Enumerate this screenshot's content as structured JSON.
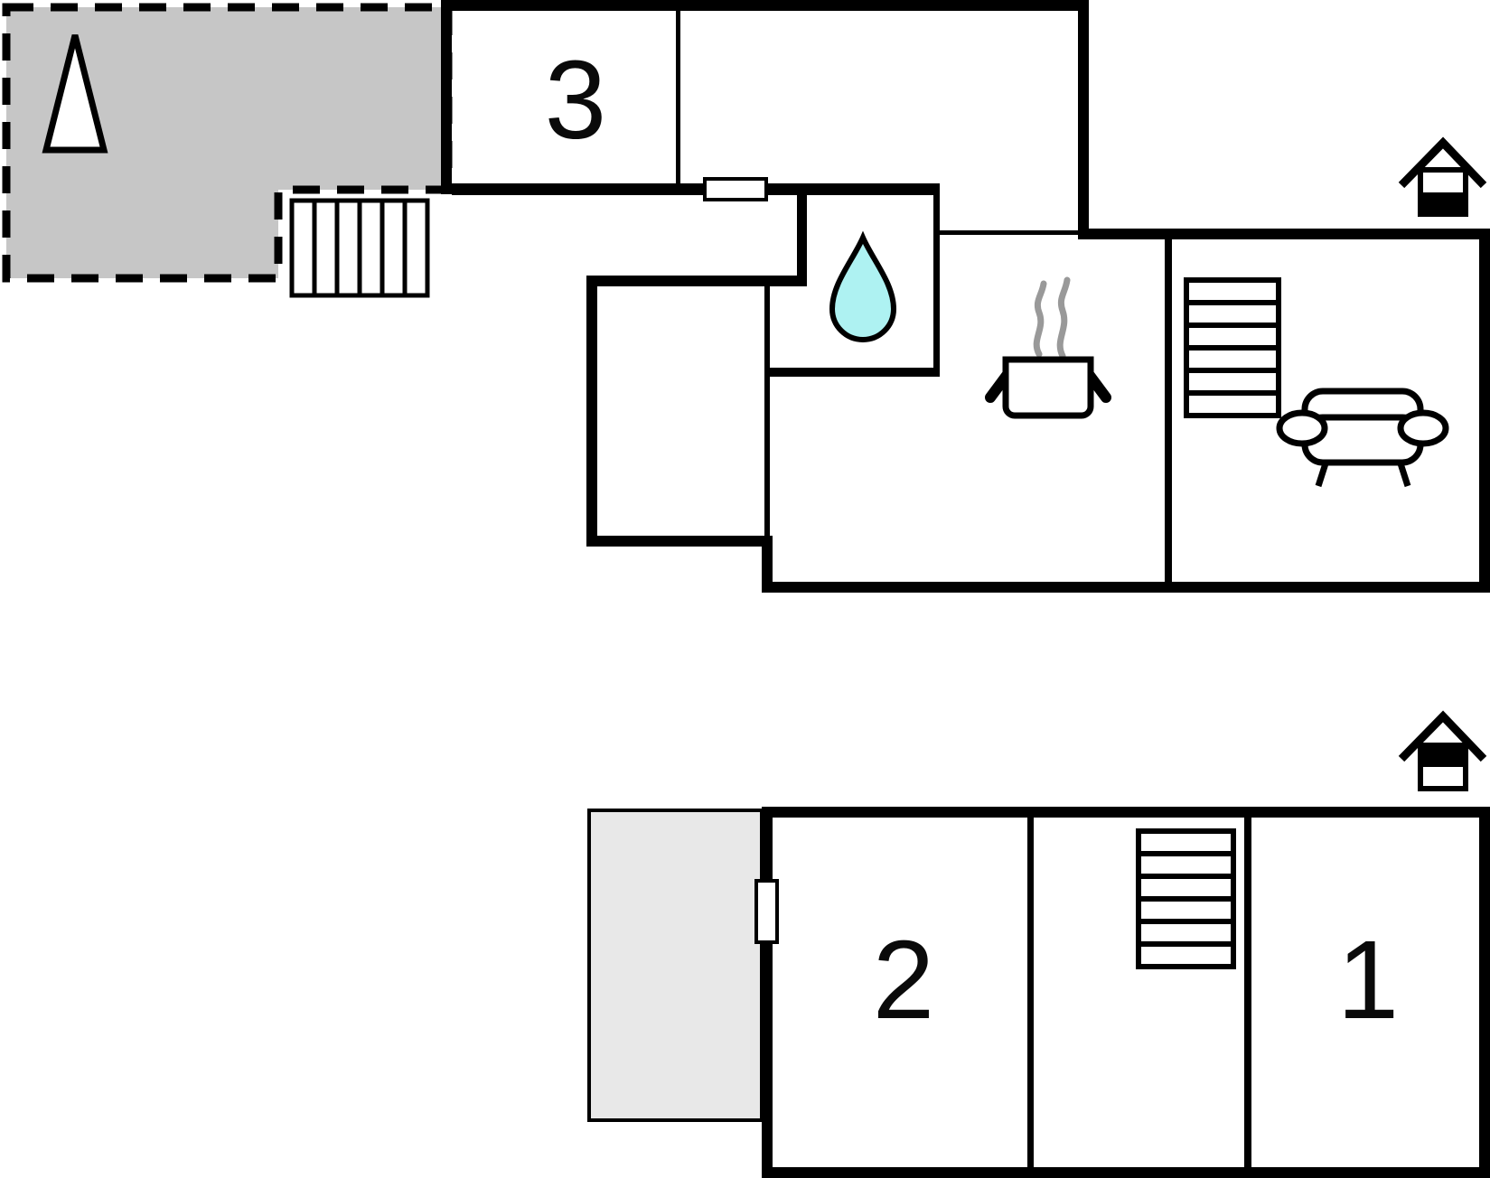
{
  "plan": {
    "title": "two-storey-floor-plan",
    "colors": {
      "wall": "#000000",
      "terrace_fill": "#c6c6c6",
      "annex_fill": "#e8e8e8",
      "water_drop": "#aef2f2",
      "steam": "#999999"
    },
    "ground_floor": {
      "rooms": {
        "bedroom3": {
          "label": "3"
        }
      },
      "icons": {
        "north_arrow": "north-arrow",
        "terrace_stairs": "outdoor-stairs",
        "water_drop": "water-drop",
        "cooking_pot": "cooking-pot-with-steam",
        "stairs": "indoor-stairs",
        "sofa": "sofa",
        "level_indicator": "house-lower-level-marker"
      }
    },
    "upper_floor": {
      "rooms": {
        "bedroom2": {
          "label": "2"
        },
        "bedroom1": {
          "label": "1"
        }
      },
      "icons": {
        "stairs": "indoor-stairs",
        "entry_door": "door-opening",
        "level_indicator": "house-upper-level-marker"
      }
    }
  }
}
